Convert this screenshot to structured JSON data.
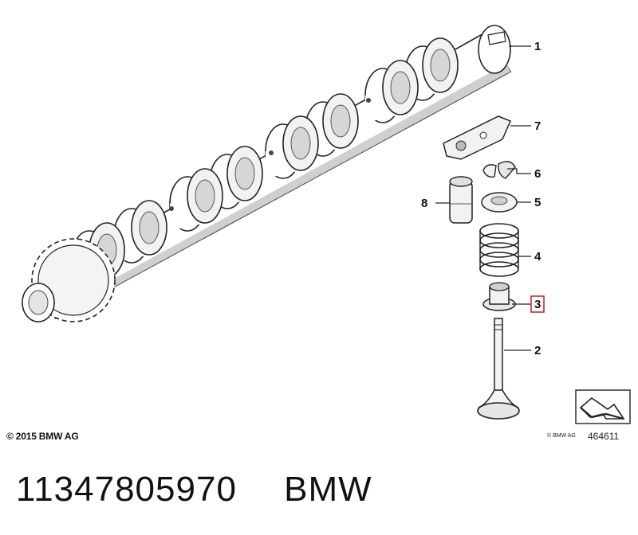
{
  "diagram": {
    "callouts": [
      {
        "id": "1",
        "label": "1",
        "highlighted": false
      },
      {
        "id": "2",
        "label": "2",
        "highlighted": false
      },
      {
        "id": "3",
        "label": "3",
        "highlighted": true
      },
      {
        "id": "4",
        "label": "4",
        "highlighted": false
      },
      {
        "id": "5",
        "label": "5",
        "highlighted": false
      },
      {
        "id": "6",
        "label": "6",
        "highlighted": false
      },
      {
        "id": "7",
        "label": "7",
        "highlighted": false
      },
      {
        "id": "8",
        "label": "8",
        "highlighted": false
      }
    ],
    "highlight_color": "#d9262c",
    "copyright": "© 2015 BMW AG",
    "small_copyright": "© BMW AG",
    "diagram_id": "464611"
  },
  "footer": {
    "part_number": "11347805970",
    "brand": "BMW"
  }
}
